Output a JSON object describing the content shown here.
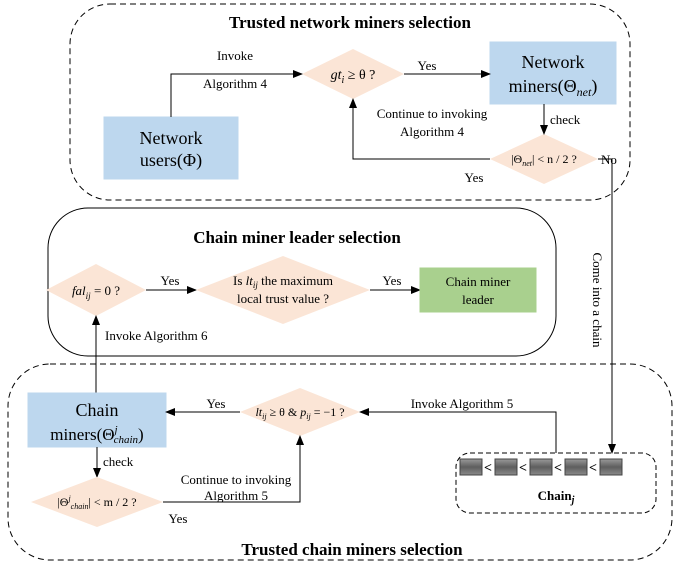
{
  "sections": {
    "network_title": "Trusted network miners selection",
    "leader_title": "Chain miner leader selection",
    "chain_title": "Trusted chain miners selection"
  },
  "nodes": {
    "network_users": [
      "Network",
      "users(Φ)"
    ],
    "network_miners": [
      "Network",
      "miners(Θ",
      "net",
      ")"
    ],
    "gt_condition": [
      "gt",
      "i",
      " ≥ θ ?"
    ],
    "theta_net_condition": [
      "|Θ",
      "net",
      "| < n / 2 ?"
    ],
    "fal_condition": [
      "fal",
      "ij",
      " = 0 ?"
    ],
    "max_trust_condition": [
      "Is ",
      "lt",
      "ij",
      " the maximum",
      "local trust value ?"
    ],
    "chain_miner_leader": [
      "Chain miner",
      "leader"
    ],
    "chain_miners": [
      "Chain",
      "miners(Θ",
      "j",
      "chain",
      ")"
    ],
    "lt_condition": [
      "lt",
      "ij",
      " ≥ θ & ",
      "p",
      "ij",
      " = −1 ?"
    ],
    "theta_chain_condition": [
      "|Θ",
      "j",
      "chain",
      "| < m / 2 ?"
    ],
    "chain_label": [
      "Chain",
      "j"
    ]
  },
  "edges": {
    "invoke_alg4": [
      "Invoke",
      "Algorithm 4"
    ],
    "yes_gt": "Yes",
    "check_net": "check",
    "continue_alg4": [
      "Continue to invoking",
      "Algorithm 4"
    ],
    "yes_net": "Yes",
    "no_net": "No",
    "come_into_chain": "Come into a chain",
    "yes_fal": "Yes",
    "yes_max": "Yes",
    "invoke_alg6": "Invoke Algorithm 6",
    "invoke_alg5": "Invoke Algorithm 5",
    "yes_lt": "Yes",
    "check_chain": "check",
    "continue_alg5": [
      "Continue to invoking",
      "Algorithm 5"
    ],
    "yes_chain": "Yes"
  },
  "colors": {
    "box_blue": "#bdd7ee",
    "diamond_peach": "#fbe5d6",
    "leader_green": "#a9d08e",
    "stroke": "#000000",
    "block_dark": "#6e6e6e",
    "block_light": "#c8c8c8"
  }
}
